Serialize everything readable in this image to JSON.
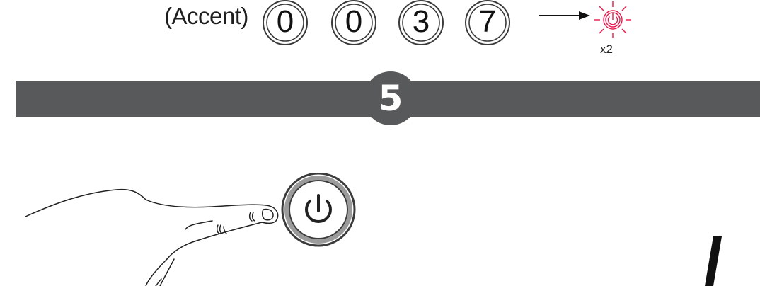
{
  "step": {
    "accent_label": "(Accent)",
    "code_digits": [
      "0",
      "0",
      "3",
      "7"
    ],
    "indicator": {
      "icon": "power-led-blinking-icon",
      "color": "#e6194b",
      "repeat_label": "x2"
    },
    "badge_number": "5",
    "band_color": "#58595b"
  },
  "illustration": {
    "hand_icon": "finger-pressing-icon",
    "button_icon": "power-button-icon"
  }
}
